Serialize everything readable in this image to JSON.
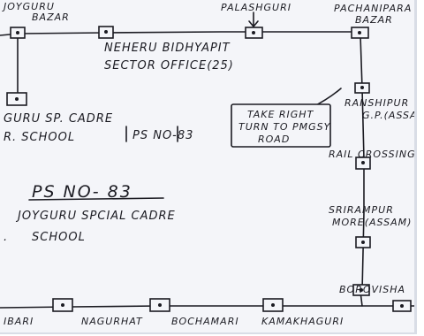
{
  "places": {
    "joyguru_bazar_1": "JOYGURU",
    "joyguru_bazar_2": "BAZAR",
    "palashguri": "PALASHGURI",
    "pachanipara_1": "PACHANIPARA",
    "pachanipara_2": "BAZAR",
    "neheru_1": "NEHERU BIDHYAPIT",
    "neheru_2": "SECTOR OFFICE(25)",
    "ranshipur_1": "RANSHIPUR",
    "ranshipur_2": "G.P.(ASSAM)",
    "joyguru_cadre_1": "GURU SP. CADRE",
    "joyguru_cadre_2": "R. SCHOOL",
    "ps_box": "PS NO-83",
    "rail_crossing": "RAIL CROSSING",
    "sriranpur_1": "SRIRAMPUR",
    "sriranpur_2": "MORE(ASSAM)",
    "borovisha": "BOROVISHA",
    "ibari": "IBARI",
    "nagurhat": "NAGURHAT",
    "bochamari": "BOCHAMARI",
    "kamakhaguri": "KAMAKHAGURI"
  },
  "note": {
    "line1": "TAKE RIGHT",
    "line2": "TURN TO PMGSY",
    "line3": "ROAD"
  },
  "title": {
    "heading": "PS NO- 83",
    "line1": "JOYGURU SPCIAL CADRE",
    "line2": "SCHOOL",
    "prefix2": "."
  },
  "colors": {
    "ink": "#1b1b22",
    "paper": "#f4f5f9"
  }
}
